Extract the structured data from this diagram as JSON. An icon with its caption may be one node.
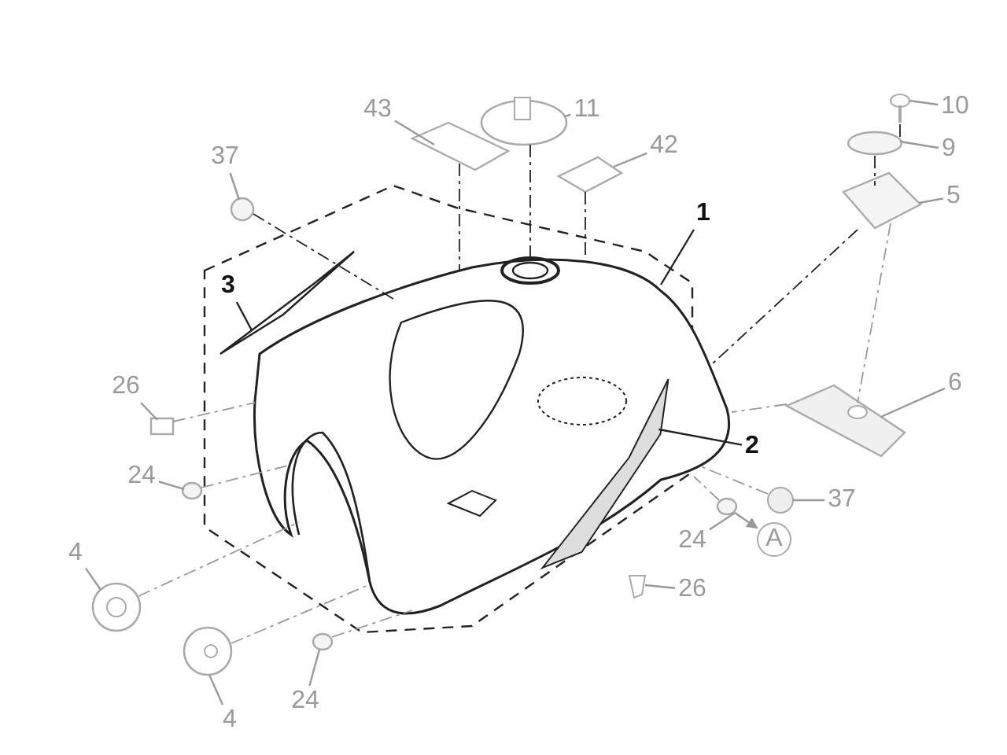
{
  "diagram": {
    "nodes": [
      {
        "text": [
          "43"
        ]
      },
      {
        "text": [
          "11"
        ]
      },
      {
        "text": [
          "10"
        ]
      },
      {
        "text": [
          "37"
        ]
      },
      {
        "text": [
          "42"
        ]
      },
      {
        "text": [
          "9"
        ]
      },
      {
        "text": [
          "1"
        ]
      },
      {
        "text": [
          "5"
        ]
      },
      {
        "text": [
          "3"
        ]
      },
      {
        "text": [
          "26"
        ]
      },
      {
        "text": [
          "6"
        ]
      },
      {
        "text": [
          "2"
        ]
      },
      {
        "text": [
          "24"
        ]
      },
      {
        "text": [
          "37"
        ]
      },
      {
        "text": [
          "24"
        ]
      },
      {
        "text": [
          "A"
        ]
      },
      {
        "text": [
          "4"
        ]
      },
      {
        "text": [
          "26"
        ]
      },
      {
        "text": [
          "4"
        ]
      },
      {
        "text": [
          "24"
        ]
      },
      {
        "text": [],
        "shape": "picture"
      },
      {
        "text": [],
        "shape": "picture"
      },
      {
        "text": [],
        "shape": "picture"
      },
      {
        "text": [],
        "shape": "circle"
      },
      {
        "text": [],
        "shape": "picture"
      },
      {
        "text": [],
        "shape": "circle"
      },
      {
        "text": [],
        "shape": "picture"
      },
      {
        "text": [],
        "shape": "picture"
      },
      {
        "text": [],
        "shape": "picture"
      },
      {
        "text": [],
        "shape": "box"
      },
      {
        "text": [],
        "shape": "picture"
      },
      {
        "text": [],
        "shape": "picture",
        "in": 26
      },
      {
        "text": [],
        "shape": "circle"
      },
      {
        "text": [],
        "shape": "picture"
      },
      {
        "text": [],
        "shape": "circle"
      },
      {
        "text": [],
        "shape": "picture"
      },
      {
        "text": [],
        "shape": "picture"
      },
      {
        "text": [],
        "shape": "picture"
      },
      {
        "text": [],
        "shape": "circle"
      }
    ],
    "edges": [
      {
        "from": 0,
        "to": 20,
        "arrow": "none"
      },
      {
        "from": 1,
        "to": 21,
        "arrow": "none"
      },
      {
        "from": 2,
        "to": 22,
        "arrow": "none"
      },
      {
        "from": 3,
        "to": 23,
        "arrow": "none"
      },
      {
        "from": 4,
        "to": 24,
        "arrow": "none"
      },
      {
        "from": 5,
        "to": 25,
        "arrow": "none"
      },
      {
        "from": 6,
        "to": 26,
        "arrow": "none",
        "color": "#222222"
      },
      {
        "from": 7,
        "to": 27,
        "arrow": "none"
      },
      {
        "from": 8,
        "to": 28,
        "arrow": "none",
        "color": "#222222"
      },
      {
        "from": 9,
        "to": 29,
        "arrow": "none"
      },
      {
        "from": 10,
        "to": 30,
        "arrow": "none"
      },
      {
        "from": 11,
        "to": 31,
        "arrow": "none",
        "color": "#222222"
      },
      {
        "from": 12,
        "to": 32,
        "arrow": "none"
      },
      {
        "from": 13,
        "to": 33,
        "arrow": "none"
      },
      {
        "from": 14,
        "to": 34,
        "arrow": "none"
      },
      {
        "from": 34,
        "to": 15,
        "arrow": "to"
      },
      {
        "from": 16,
        "to": 35,
        "arrow": "none"
      },
      {
        "from": 17,
        "to": 36,
        "arrow": "none"
      },
      {
        "from": 18,
        "to": 37,
        "arrow": "none"
      },
      {
        "from": 19,
        "to": 38,
        "arrow": "none"
      },
      {
        "from": 20,
        "to": 26,
        "arrow": "none",
        "style": "dashed",
        "color": "#222222"
      },
      {
        "from": 21,
        "to": 26,
        "arrow": "none",
        "style": "dashed",
        "color": "#222222"
      },
      {
        "from": 24,
        "to": 26,
        "arrow": "none",
        "style": "dashed",
        "color": "#222222"
      },
      {
        "from": 23,
        "to": 26,
        "arrow": "none",
        "style": "dashed",
        "color": "#222222"
      },
      {
        "from": 22,
        "to": 25,
        "arrow": "none",
        "style": "dashed",
        "color": "#222222"
      },
      {
        "from": 25,
        "to": 27,
        "arrow": "none",
        "style": "dashed",
        "color": "#222222"
      },
      {
        "from": 27,
        "to": 26,
        "arrow": "none",
        "style": "dashed",
        "color": "#222222"
      },
      {
        "from": 27,
        "to": 30,
        "arrow": "none",
        "style": "dashed"
      },
      {
        "from": 30,
        "to": 26,
        "arrow": "none",
        "style": "dashed"
      },
      {
        "from": 29,
        "to": 26,
        "arrow": "none",
        "style": "dashed"
      },
      {
        "from": 32,
        "to": 26,
        "arrow": "none",
        "style": "dashed"
      },
      {
        "from": 35,
        "to": 26,
        "arrow": "none",
        "style": "dashed"
      },
      {
        "from": 37,
        "to": 26,
        "arrow": "none",
        "style": "dashed"
      },
      {
        "from": 38,
        "to": 26,
        "arrow": "none",
        "style": "dashed"
      },
      {
        "from": 33,
        "to": 26,
        "arrow": "none",
        "style": "dashed"
      },
      {
        "from": 34,
        "to": 26,
        "arrow": "none",
        "style": "dashed"
      }
    ]
  }
}
